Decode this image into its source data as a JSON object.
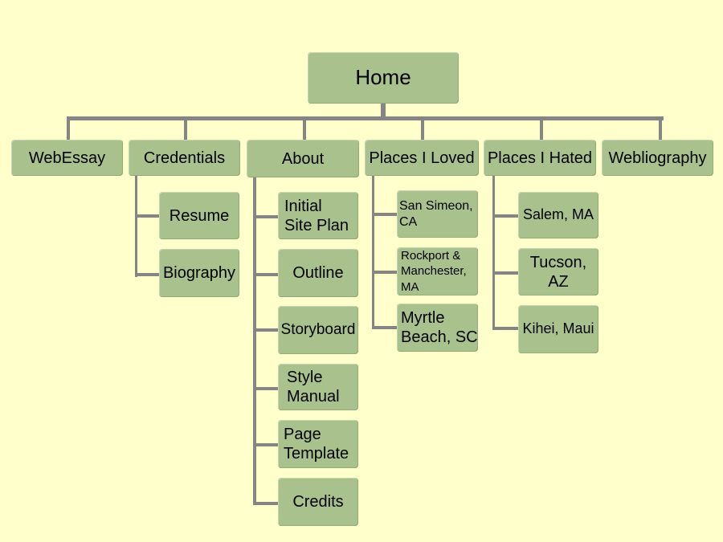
{
  "diagram": {
    "root": {
      "label": "Home"
    },
    "top_level": [
      {
        "key": "webessay",
        "label": "WebEssay"
      },
      {
        "key": "credentials",
        "label": "Credentials"
      },
      {
        "key": "about",
        "label": "About"
      },
      {
        "key": "places-loved",
        "label": "Places I Loved"
      },
      {
        "key": "places-hated",
        "label": "Places I Hated"
      },
      {
        "key": "webliography",
        "label": "Webliography"
      }
    ],
    "credentials_children": [
      {
        "key": "resume",
        "label": "Resume"
      },
      {
        "key": "biography",
        "label": "Biography"
      }
    ],
    "about_children": [
      {
        "key": "initial-site-plan",
        "label": "Initial\nSite Plan"
      },
      {
        "key": "outline",
        "label": "Outline"
      },
      {
        "key": "storyboard",
        "label": "Storyboard"
      },
      {
        "key": "style-manual",
        "label": "Style\nManual"
      },
      {
        "key": "page-template",
        "label": "Page\nTemplate"
      },
      {
        "key": "credits",
        "label": "Credits"
      }
    ],
    "places_loved_children": [
      {
        "key": "san-simeon",
        "label": "San Simeon,\nCA"
      },
      {
        "key": "rockport",
        "label": "Rockport &\nManchester,\nMA"
      },
      {
        "key": "myrtle-beach",
        "label": "Myrtle\nBeach, SC"
      }
    ],
    "places_hated_children": [
      {
        "key": "salem",
        "label": "Salem, MA"
      },
      {
        "key": "tucson",
        "label": "Tucson, AZ"
      },
      {
        "key": "kihei",
        "label": "Kihei, Maui"
      }
    ]
  },
  "colors": {
    "background": "#ffffcc",
    "box_fill": "#a9c18d",
    "connector": "#858585"
  }
}
